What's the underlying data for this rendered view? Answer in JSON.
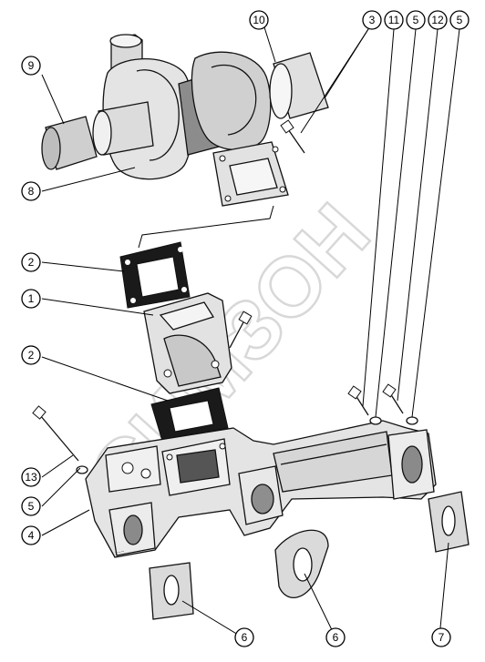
{
  "callouts": [
    {
      "id": "c10",
      "label": "10"
    },
    {
      "id": "c3",
      "label": "3"
    },
    {
      "id": "c11",
      "label": "11"
    },
    {
      "id": "c5a",
      "label": "5"
    },
    {
      "id": "c12",
      "label": "12"
    },
    {
      "id": "c5b",
      "label": "5"
    },
    {
      "id": "c9",
      "label": "9"
    },
    {
      "id": "c8",
      "label": "8"
    },
    {
      "id": "c2a",
      "label": "2"
    },
    {
      "id": "c1",
      "label": "1"
    },
    {
      "id": "c2b",
      "label": "2"
    },
    {
      "id": "c13",
      "label": "13"
    },
    {
      "id": "c5c",
      "label": "5"
    },
    {
      "id": "c4",
      "label": "4"
    },
    {
      "id": "c6a",
      "label": "6"
    },
    {
      "id": "c6b",
      "label": "6"
    },
    {
      "id": "c7",
      "label": "7"
    }
  ],
  "watermark": {
    "text": "СИМЗОН",
    "color": "#b9b9b9"
  },
  "colors": {
    "line": "#111111",
    "part_fill": "#e6e6e6",
    "part_shadow": "#9a9a9a",
    "gasket_fill": "#1a1a1a"
  }
}
